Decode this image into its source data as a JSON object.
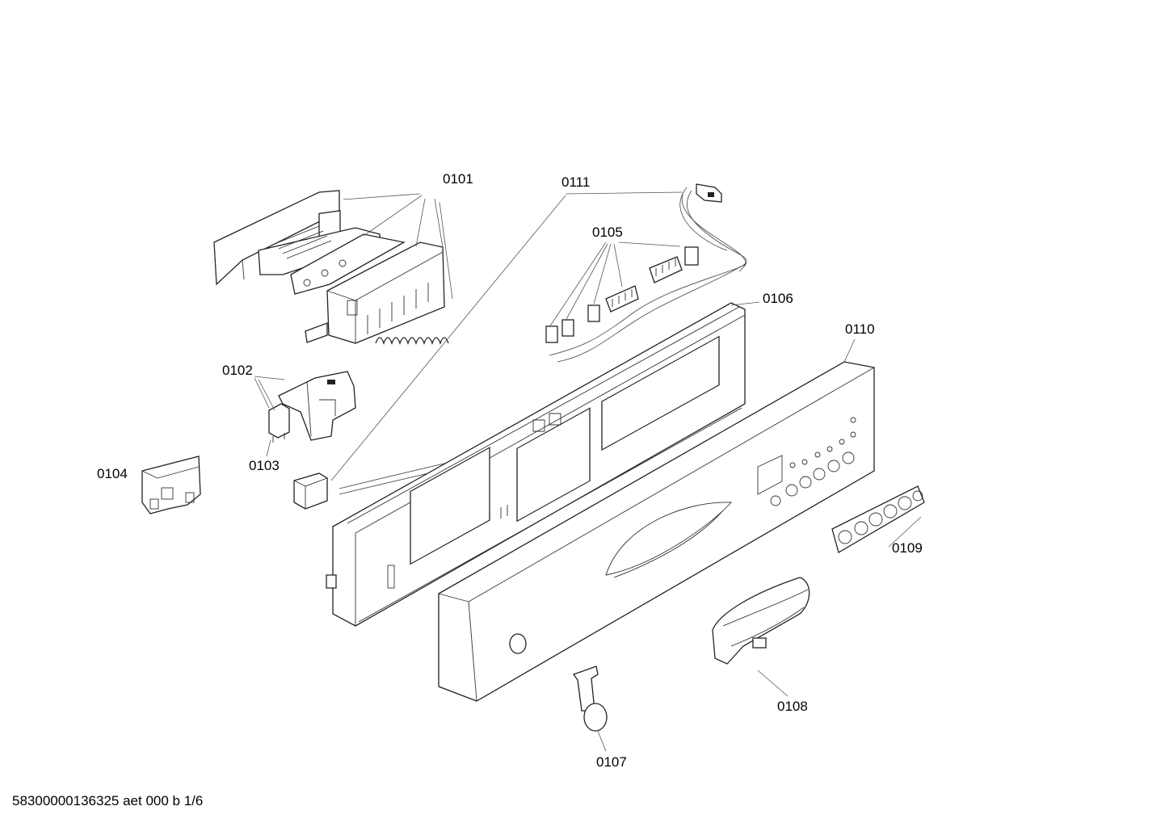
{
  "diagram": {
    "parts": [
      {
        "id": "0101"
      },
      {
        "id": "0102"
      },
      {
        "id": "0103"
      },
      {
        "id": "0104"
      },
      {
        "id": "0105"
      },
      {
        "id": "0106"
      },
      {
        "id": "0107"
      },
      {
        "id": "0108"
      },
      {
        "id": "0109"
      },
      {
        "id": "0110"
      },
      {
        "id": "0111"
      }
    ],
    "footer": "58300000136325 aet 000 b 1/6"
  }
}
